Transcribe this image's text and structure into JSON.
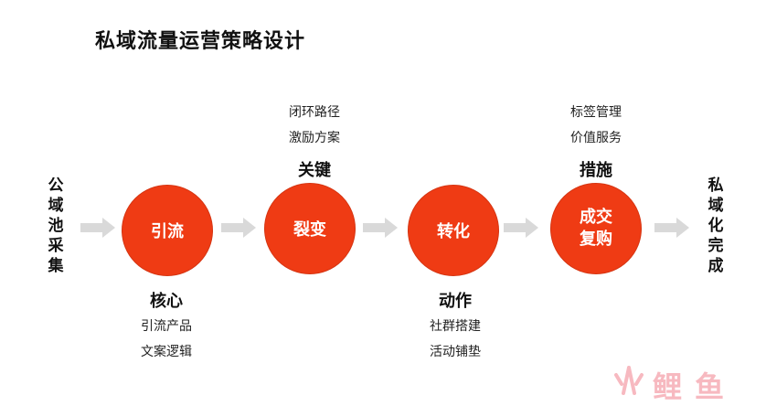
{
  "title": "私域流量运营策略设计",
  "start": [
    "公",
    "域",
    "池",
    "采",
    "集"
  ],
  "end": [
    "私",
    "域",
    "化",
    "完",
    "成"
  ],
  "nodes": [
    {
      "lines": [
        "引流"
      ]
    },
    {
      "lines": [
        "裂变"
      ]
    },
    {
      "lines": [
        "转化"
      ]
    },
    {
      "lines": [
        "成交",
        "复购"
      ]
    }
  ],
  "sections": {
    "core": {
      "heading": "核心",
      "items": [
        "引流产品",
        "文案逻辑"
      ]
    },
    "key": {
      "heading": "关键",
      "items": [
        "闭环路径",
        "激励方案"
      ]
    },
    "action": {
      "heading": "动作",
      "items": [
        "社群搭建",
        "活动铺垫"
      ]
    },
    "measures": {
      "heading": "措施",
      "items": [
        "标签管理",
        "价值服务"
      ]
    }
  },
  "logo": {
    "chars": [
      "火",
      "鲤",
      "鱼"
    ]
  },
  "colors": {
    "node": "#ef3b14",
    "arrow": "#d9d9d9",
    "logo": "#f7b9c0"
  }
}
